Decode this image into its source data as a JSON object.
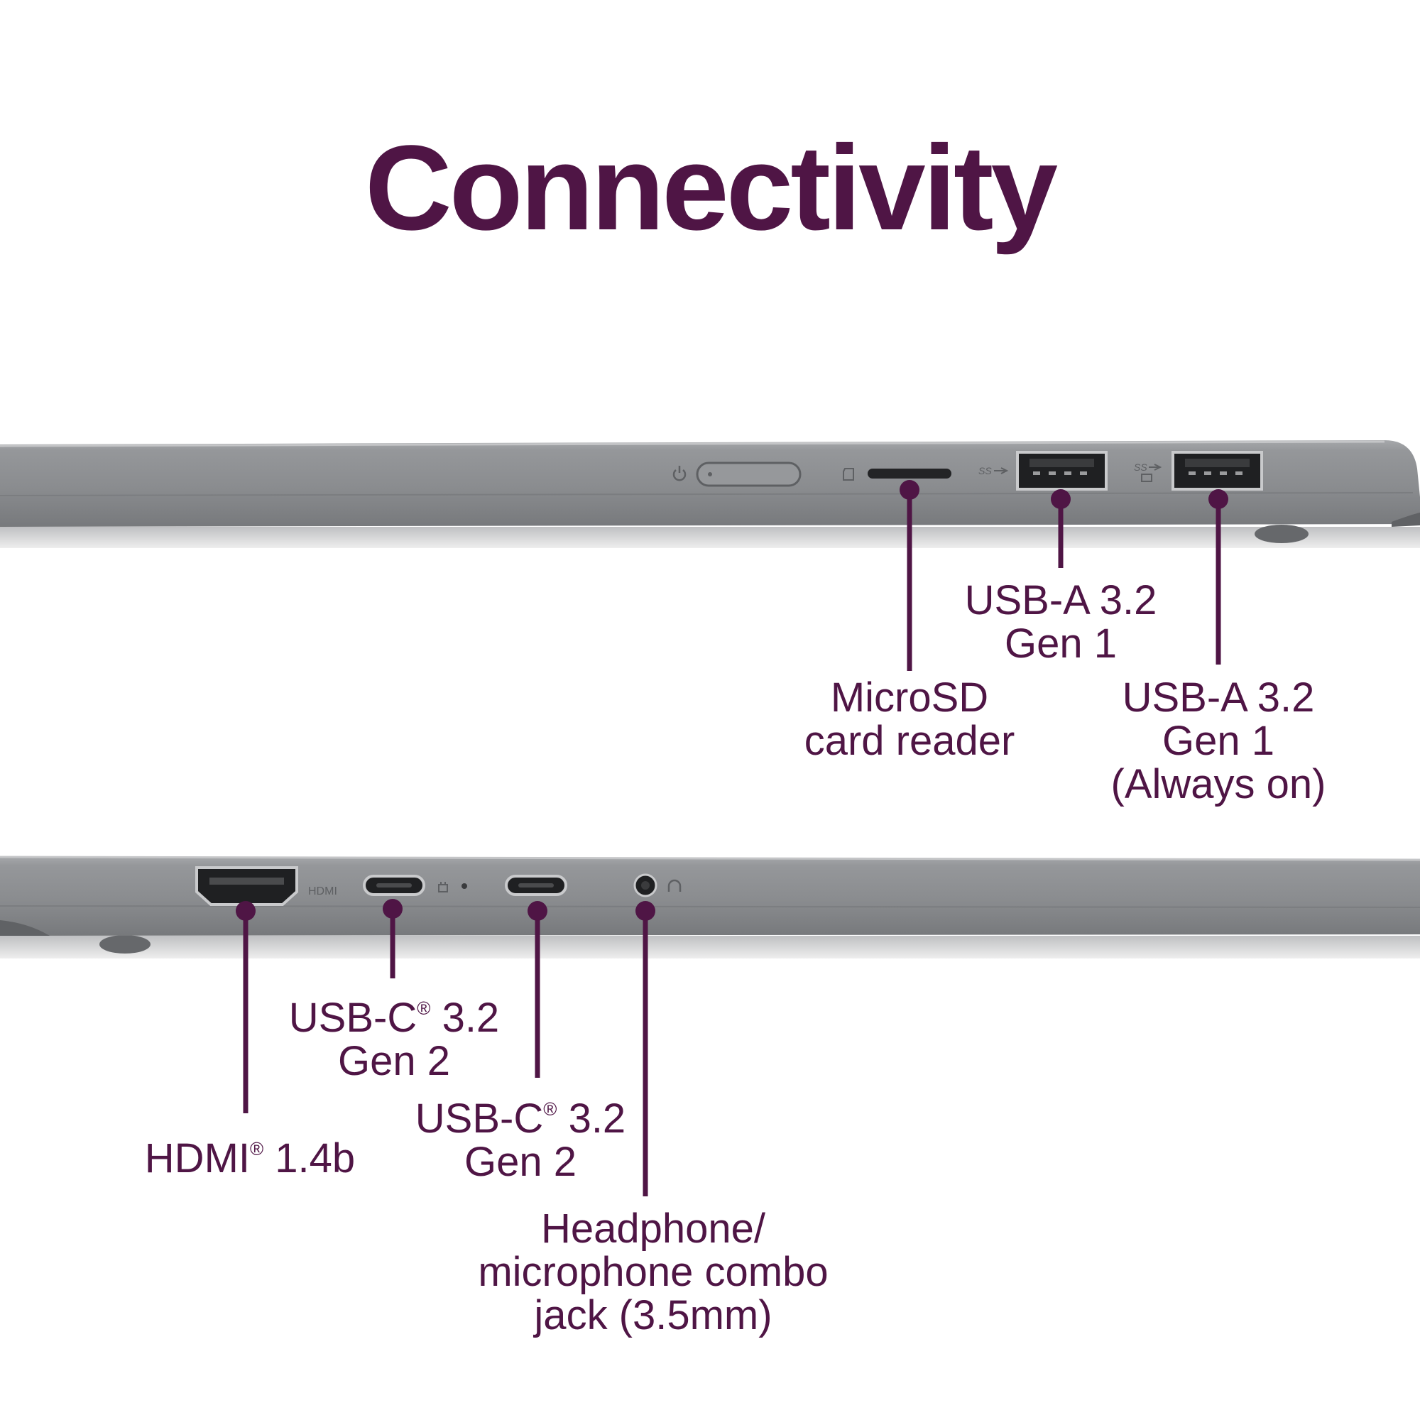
{
  "title": "Connectivity",
  "colors": {
    "accent": "#4f1545",
    "chassis": "#888a8d",
    "chassis_dark": "#6d6f72",
    "port": "#2a2b2d"
  },
  "ports": {
    "microsd": {
      "line1": "MicroSD",
      "line2": "card reader"
    },
    "usba_1": {
      "line1": "USB-A 3.2",
      "line2": "Gen 1"
    },
    "usba_2": {
      "line1": "USB-A 3.2",
      "line2": "Gen 1",
      "line3": "(Always on)"
    },
    "hdmi": {
      "name": "HDMI",
      "mark": "®",
      "version": "1.4b"
    },
    "usbc_1": {
      "name": "USB-C",
      "mark": "®",
      "version": "3.2",
      "line2": "Gen 2"
    },
    "usbc_2": {
      "name": "USB-C",
      "mark": "®",
      "version": "3.2",
      "line2": "Gen 2"
    },
    "audio": {
      "line1": "Headphone/",
      "line2": "microphone combo",
      "line3": "jack (3.5mm)"
    }
  },
  "chassis_text": {
    "hdmi_print": "HDMI",
    "ss_print_1": "SS",
    "ss_print_2": "SS"
  }
}
